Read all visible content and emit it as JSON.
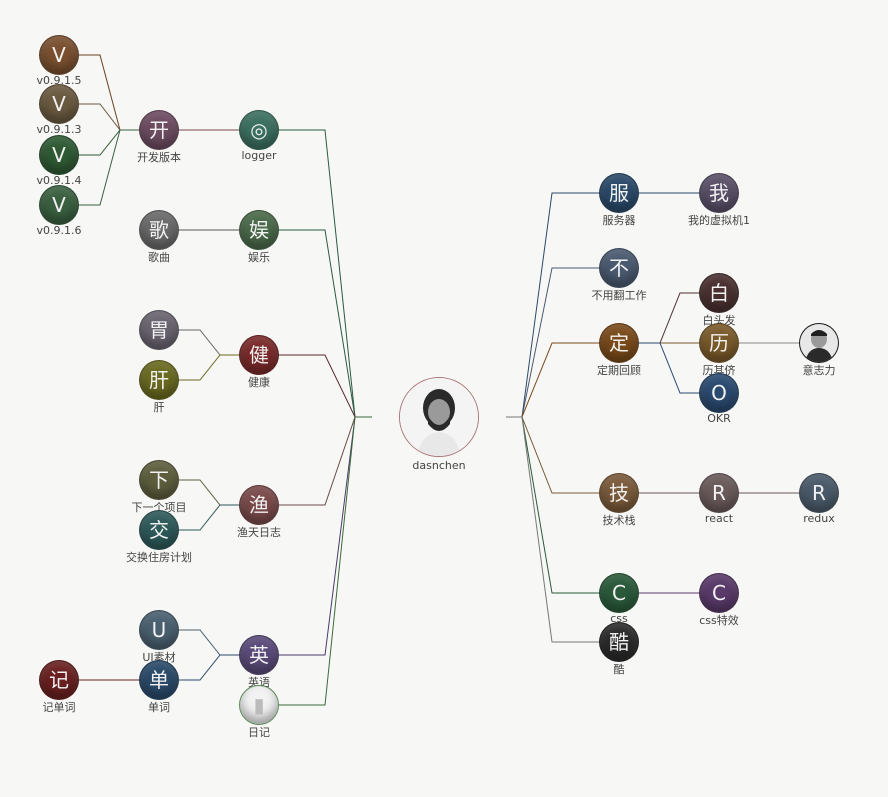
{
  "center": {
    "label": "dasnchen"
  },
  "nodes": [
    {
      "id": "v5",
      "glyph": "V",
      "label": "v0.9.1.5",
      "color": "#7a5030"
    },
    {
      "id": "v3",
      "glyph": "V",
      "label": "v0.9.1.3",
      "color": "#6a5a40"
    },
    {
      "id": "v4",
      "glyph": "V",
      "label": "v0.9.1.4",
      "color": "#2f5a34"
    },
    {
      "id": "v6",
      "glyph": "V",
      "label": "v0.9.1.6",
      "color": "#3a6040"
    },
    {
      "id": "kaifa",
      "glyph": "开",
      "label": "开发版本",
      "color": "#6e4c62"
    },
    {
      "id": "logger",
      "glyph": "◎",
      "label": "logger",
      "color": "#3c7060"
    },
    {
      "id": "gequ",
      "glyph": "歌",
      "label": "歌曲",
      "color": "#6a6a6a"
    },
    {
      "id": "yule",
      "glyph": "娱",
      "label": "娱乐",
      "color": "#4a6a4a"
    },
    {
      "id": "wei",
      "glyph": "胃",
      "label": "",
      "color": "#6a6470"
    },
    {
      "id": "gan",
      "glyph": "肝",
      "label": "肝",
      "color": "#6a6a20"
    },
    {
      "id": "jiankang",
      "glyph": "健",
      "label": "健康",
      "color": "#7a2a2a"
    },
    {
      "id": "xiayige",
      "glyph": "下",
      "label": "下一个项目",
      "color": "#5e5e3e"
    },
    {
      "id": "jiaohuan",
      "glyph": "交",
      "label": "交换住房计划",
      "color": "#2e5a5a"
    },
    {
      "id": "yutian",
      "glyph": "渔",
      "label": "渔天日志",
      "color": "#7a4a4a"
    },
    {
      "id": "uisucai",
      "glyph": "U",
      "label": "UI素材",
      "color": "#4a6070"
    },
    {
      "id": "danci",
      "glyph": "单",
      "label": "单词",
      "color": "#2a4a6a"
    },
    {
      "id": "jidanci",
      "glyph": "记",
      "label": "记单词",
      "color": "#6a2020"
    },
    {
      "id": "yingyu",
      "glyph": "英",
      "label": "英语",
      "color": "#5a4a7a"
    },
    {
      "id": "riji",
      "glyph": "▮",
      "label": "日记",
      "color": "#f2f2f2"
    },
    {
      "id": "fuwuqi",
      "glyph": "服",
      "label": "服务器",
      "color": "#2a4a6a"
    },
    {
      "id": "wode",
      "glyph": "我",
      "label": "我的虚拟机1",
      "color": "#5a5068"
    },
    {
      "id": "buyong",
      "glyph": "不",
      "label": "不用翻工作",
      "color": "#4a5a70"
    },
    {
      "id": "dingqi",
      "glyph": "定",
      "label": "定期回顾",
      "color": "#7a4a1a"
    },
    {
      "id": "baitou",
      "glyph": "白",
      "label": "白头发",
      "color": "#4a3030"
    },
    {
      "id": "lishi",
      "glyph": "历",
      "label": "历其侪",
      "color": "#7a5a2a"
    },
    {
      "id": "okr",
      "glyph": "O",
      "label": "OKR",
      "color": "#2a4a70"
    },
    {
      "id": "yizhili",
      "glyph": "",
      "label": "意志力",
      "color": "#303030"
    },
    {
      "id": "jishu",
      "glyph": "技",
      "label": "技术栈",
      "color": "#7a5a3a"
    },
    {
      "id": "react",
      "glyph": "R",
      "label": "react",
      "color": "#6a5a5a"
    },
    {
      "id": "redux",
      "glyph": "R",
      "label": "redux",
      "color": "#4a5a6a"
    },
    {
      "id": "css",
      "glyph": "C",
      "label": "css",
      "color": "#2a5a3a"
    },
    {
      "id": "csstx",
      "glyph": "C",
      "label": "css特效",
      "color": "#5a3a6a"
    },
    {
      "id": "ku",
      "glyph": "酷",
      "label": "酷",
      "color": "#2a2a2a"
    }
  ]
}
